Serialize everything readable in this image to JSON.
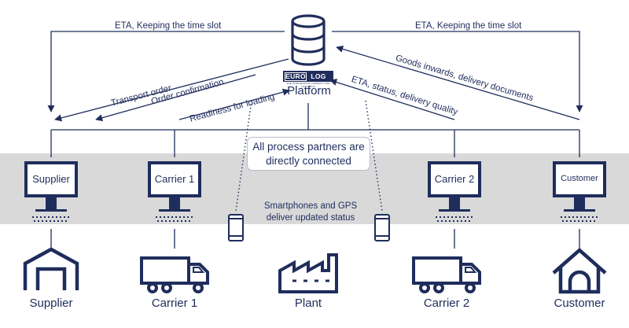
{
  "platform": {
    "logo_part1": "EURO",
    "logo_part2": "LOG",
    "logo_tagline": "THE INTEGRATION COMPANY FOR LOGISTICS",
    "label": "Platform"
  },
  "edges": {
    "eta_left": "ETA, Keeping the time slot",
    "eta_right": "ETA, Keeping the time slot",
    "transport_order": "Transport order",
    "order_confirmation": "Order confirmation",
    "readiness_for_loading": "Readiness for loading",
    "goods_inwards": "Goods inwards, delivery documents",
    "eta_status_quality": "ETA, status, delivery quality"
  },
  "note": {
    "line1": "All process partners are",
    "line2": "directly connected"
  },
  "gps_text": {
    "line1": "Smartphones and GPS",
    "line2": "deliver updated status"
  },
  "monitors": [
    {
      "label": "Supplier"
    },
    {
      "label": "Carrier 1"
    },
    {
      "label": "Carrier 2"
    },
    {
      "label": "Customer"
    }
  ],
  "bottom": [
    {
      "label": "Supplier",
      "icon": "warehouse-icon"
    },
    {
      "label": "Carrier 1",
      "icon": "truck-icon"
    },
    {
      "label": "Plant",
      "icon": "factory-icon"
    },
    {
      "label": "Carrier 2",
      "icon": "truck-icon"
    },
    {
      "label": "Customer",
      "icon": "house-icon"
    }
  ],
  "colors": {
    "navy": "#1f2d5c",
    "band": "#d9d9d9",
    "note_border": "#b8bcc8"
  }
}
